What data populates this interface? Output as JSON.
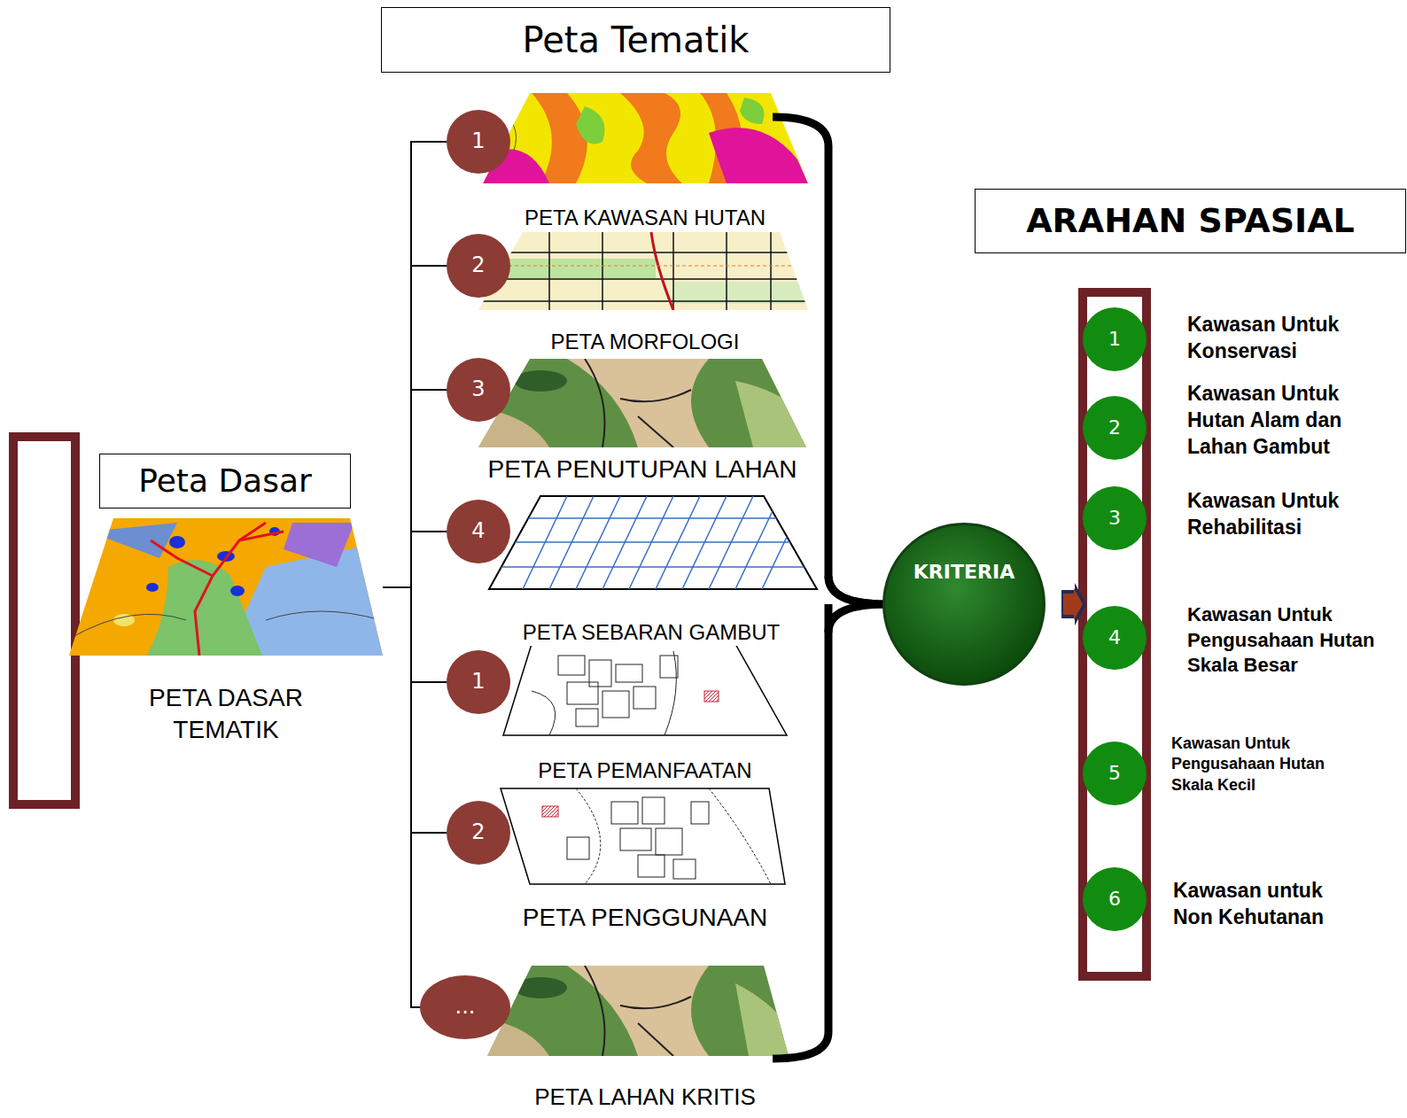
{
  "diagram": {
    "nodes": [
      {
        "text": [
          "Peta Tematik"
        ]
      },
      {
        "text": [
          "Peta Dasar"
        ]
      },
      {
        "text": [
          "PETA DASAR TEMATIK"
        ]
      },
      {
        "text": [
          "1"
        ]
      },
      {
        "text": [
          "2"
        ]
      },
      {
        "text": [
          "3"
        ]
      },
      {
        "text": [
          "4"
        ]
      },
      {
        "text": [
          "1"
        ]
      },
      {
        "text": [
          "2"
        ]
      },
      {
        "text": [
          "..."
        ]
      },
      {
        "text": [
          "KRITERIA"
        ]
      },
      {
        "text": [
          "ARAHAN SPASIAL"
        ]
      },
      {
        "text": [
          "1"
        ]
      },
      {
        "text": [
          "2"
        ]
      },
      {
        "text": [
          "3"
        ]
      },
      {
        "text": [
          "4"
        ]
      },
      {
        "text": [
          "5"
        ]
      },
      {
        "text": [
          "6"
        ]
      }
    ],
    "edges": [
      {
        "from": 2,
        "to": 3,
        "arrow": "none"
      },
      {
        "from": 2,
        "to": 4,
        "arrow": "none"
      },
      {
        "from": 2,
        "to": 5,
        "arrow": "none"
      },
      {
        "from": 2,
        "to": 6,
        "arrow": "none"
      },
      {
        "from": 2,
        "to": 7,
        "arrow": "none"
      },
      {
        "from": 2,
        "to": 8,
        "arrow": "none"
      },
      {
        "from": 2,
        "to": 9,
        "arrow": "none"
      }
    ],
    "labels": [
      "PETA KAWASAN HUTAN",
      "PETA MORFOLOGI",
      "PETA PENUTUPAN LAHAN",
      "PETA SEBARAN GAMBUT",
      "PETA PEMANFAATAN",
      "PETA PENGGUNAAN",
      "PETA LAHAN KRITIS",
      "Kawasan Untuk Konservasi",
      "Kawasan Untuk Hutan Alam dan Lahan Gambut",
      "Kawasan Untuk Rehabilitasi",
      "Kawasan Untuk Pengusahaan Hutan Skala Besar",
      "Kawasan Untuk Pengusahaan Hutan Skala Kecil",
      "Kawasan untuk Non Kehutanan"
    ]
  }
}
